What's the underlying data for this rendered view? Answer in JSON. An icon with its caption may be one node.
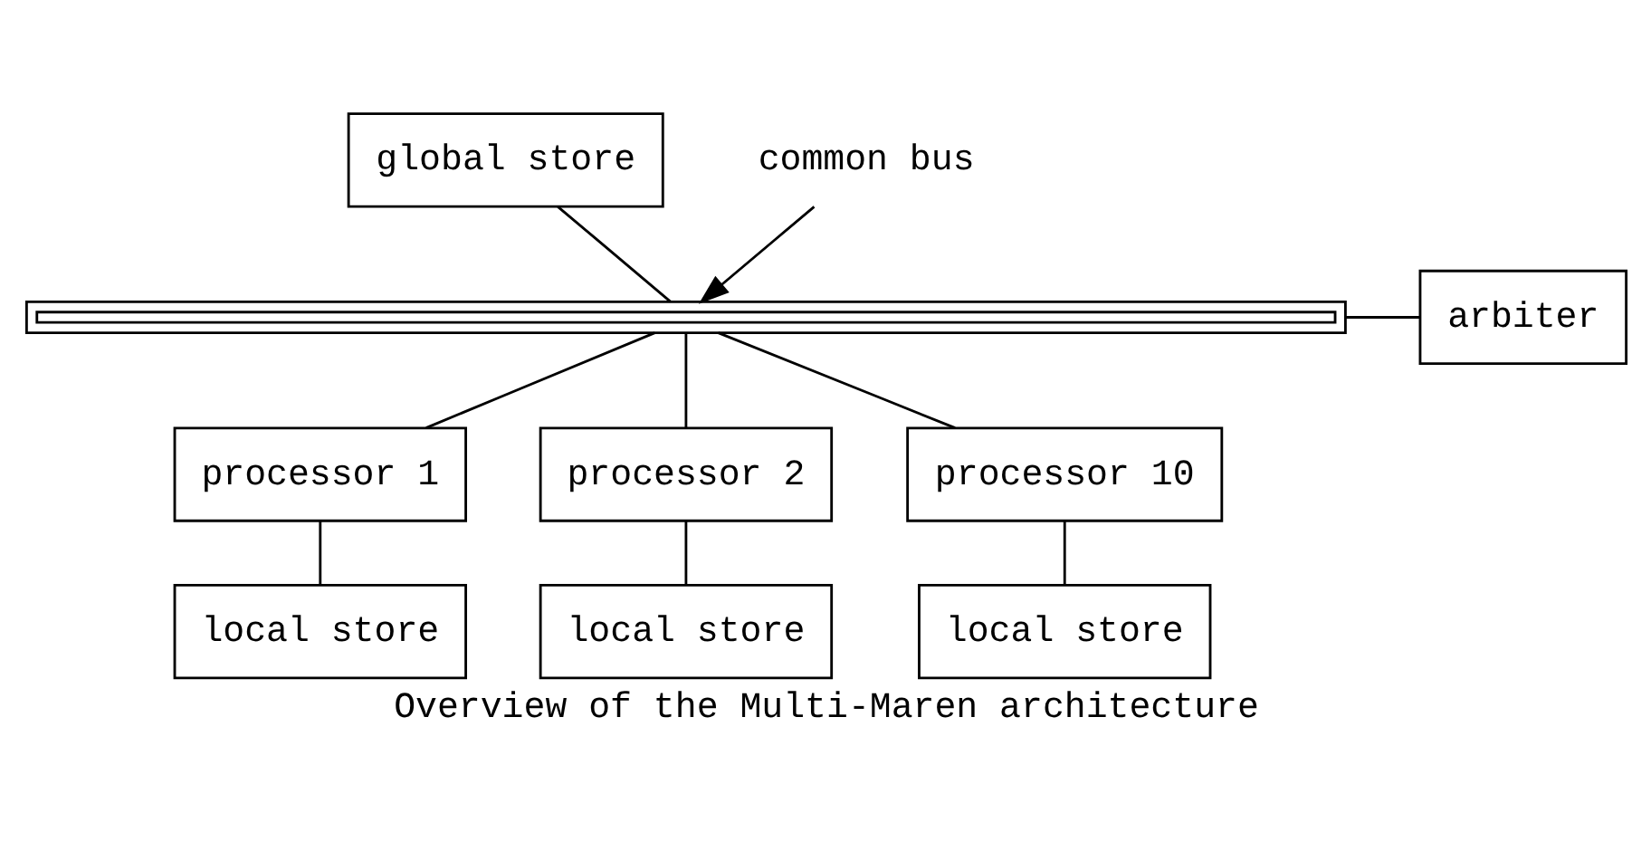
{
  "diagram": {
    "caption": "Overview of the Multi-Maren architecture",
    "nodes": [
      {
        "text": [
          "global store"
        ]
      },
      {
        "text": [
          "common bus"
        ]
      },
      {
        "text": [],
        "shape": "bar"
      },
      {
        "text": [
          "arbiter"
        ]
      },
      {
        "text": [
          "processor 1"
        ]
      },
      {
        "text": [
          "processor 2"
        ]
      },
      {
        "text": [
          "processor 10"
        ]
      },
      {
        "text": [
          "local store"
        ]
      },
      {
        "text": [
          "local store"
        ]
      },
      {
        "text": [
          "local store"
        ]
      }
    ],
    "edges": [
      {
        "from": 0,
        "to": 2,
        "arrow": "none"
      },
      {
        "from": 1,
        "to": 2,
        "arrow": "to"
      },
      {
        "from": 2,
        "to": 3,
        "arrow": "none"
      },
      {
        "from": 2,
        "to": 4,
        "arrow": "none"
      },
      {
        "from": 2,
        "to": 5,
        "arrow": "none"
      },
      {
        "from": 2,
        "to": 6,
        "arrow": "none"
      },
      {
        "from": 4,
        "to": 7,
        "arrow": "none"
      },
      {
        "from": 5,
        "to": 8,
        "arrow": "none"
      },
      {
        "from": 6,
        "to": 9,
        "arrow": "none"
      }
    ]
  }
}
